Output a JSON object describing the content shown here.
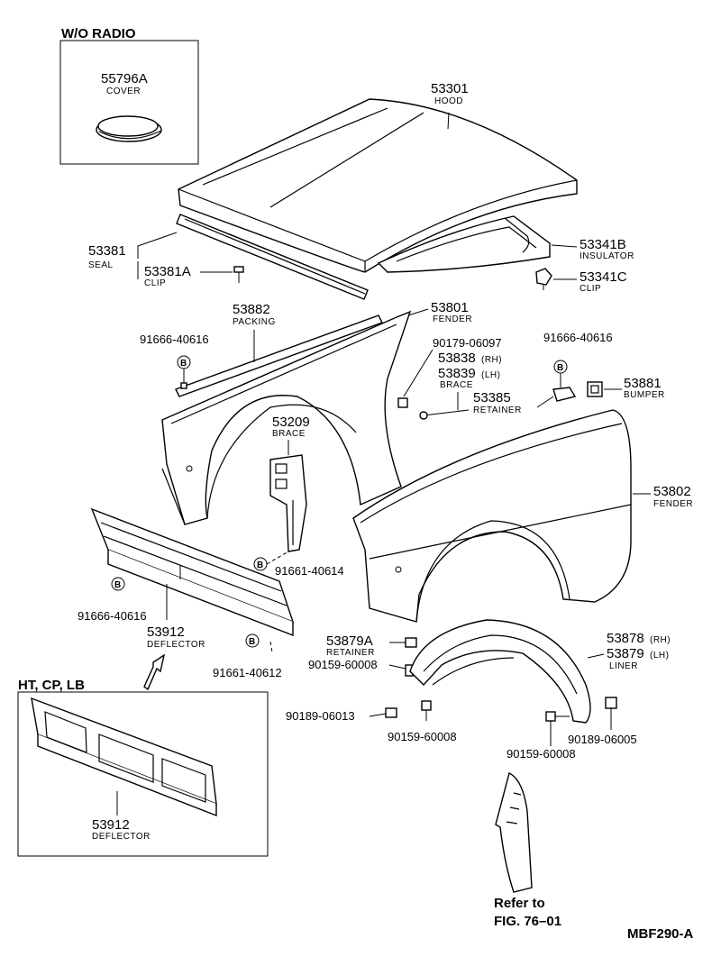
{
  "headings": {
    "wo_radio": "W/O RADIO",
    "variants": "HT, CP, LB"
  },
  "parts": {
    "p55796a": {
      "number": "55796A",
      "name": "COVER"
    },
    "p53301": {
      "number": "53301",
      "name": "HOOD"
    },
    "p53381": {
      "number": "53381",
      "name": "SEAL"
    },
    "p53381a": {
      "number": "53381A",
      "name": "CLIP"
    },
    "p53341b": {
      "number": "53341B",
      "name": "INSULATOR"
    },
    "p53341c": {
      "number": "53341C",
      "name": "CLIP"
    },
    "p53882": {
      "number": "53882",
      "name": "PACKING"
    },
    "p53801": {
      "number": "53801",
      "name": "FENDER"
    },
    "p9166640616_left": {
      "number": "91666-40616"
    },
    "p9017906097": {
      "number": "90179-06097"
    },
    "p53838": {
      "number": "53838",
      "suffix": "(RH)"
    },
    "p53839": {
      "number": "53839",
      "suffix": "(LH)",
      "name": "BRACE"
    },
    "p9166640616_right": {
      "number": "91666-40616"
    },
    "p53881": {
      "number": "53881",
      "name": "BUMPER"
    },
    "p53385": {
      "number": "53385",
      "name": "RETAINER"
    },
    "p53209": {
      "number": "53209",
      "name": "BRACE"
    },
    "p53802": {
      "number": "53802",
      "name": "FENDER"
    },
    "p9166140614": {
      "number": "91661-40614"
    },
    "p9166640616_low": {
      "number": "91666-40616"
    },
    "p53912_top": {
      "number": "53912",
      "name": "DEFLECTOR"
    },
    "p9166140612": {
      "number": "91661-40612"
    },
    "p53879a": {
      "number": "53879A",
      "name": "RETAINER"
    },
    "p9015960008_a": {
      "number": "90159-60008"
    },
    "p53878": {
      "number": "53878",
      "suffix": "(RH)"
    },
    "p53879": {
      "number": "53879",
      "suffix": "(LH)",
      "name": "LINER"
    },
    "p9018906013": {
      "number": "90189-06013"
    },
    "p9015960008_b": {
      "number": "90159-60008"
    },
    "p9015960008_c": {
      "number": "90159-60008"
    },
    "p9018906005": {
      "number": "90189-06005"
    },
    "p53912_bot": {
      "number": "53912",
      "name": "DEFLECTOR"
    }
  },
  "badge_letter": "B",
  "reference": {
    "line1": "Refer to",
    "line2": "FIG. 76–01"
  },
  "figure_code": "MBF290-A"
}
